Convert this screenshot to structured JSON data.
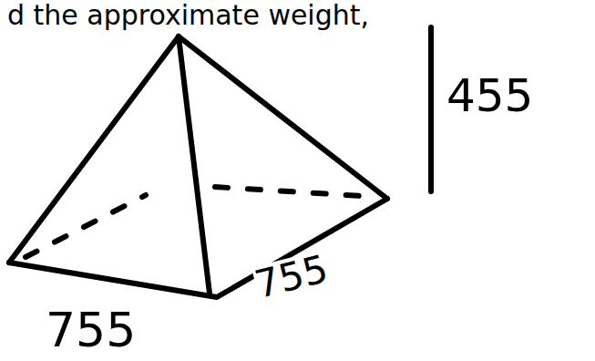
{
  "diagram": {
    "labels": [
      "d the approximate weight,",
      "455",
      "755",
      "755"
    ]
  }
}
